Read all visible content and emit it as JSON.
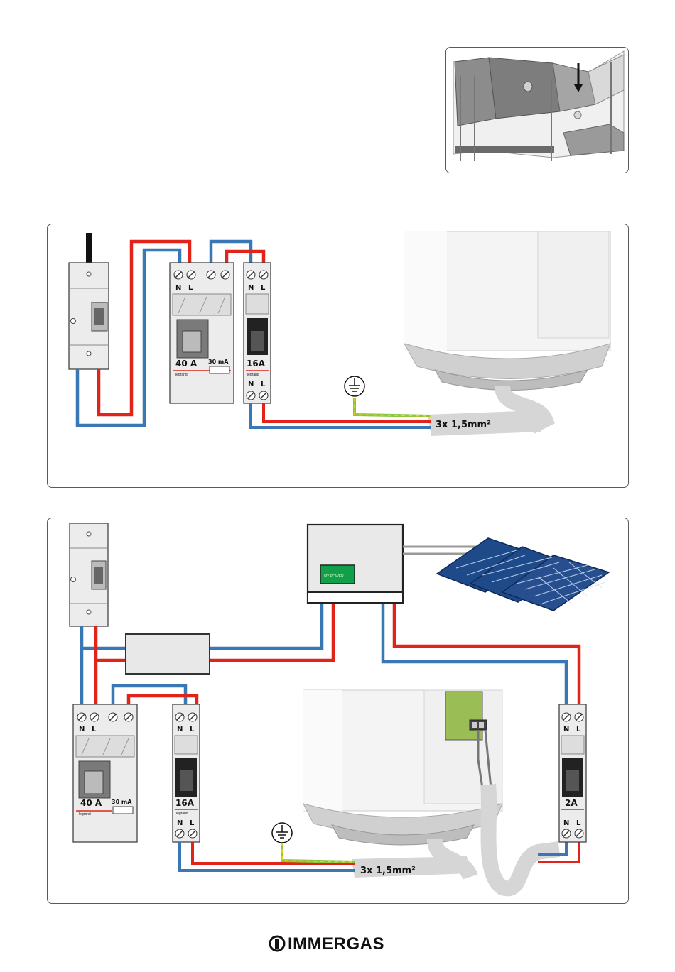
{
  "diagram1": {
    "rcd": {
      "rating": "40 A",
      "sensitivity": "30 mA",
      "brand": "legrand",
      "terminal_n": "N",
      "terminal_l": "L"
    },
    "mcb": {
      "rating": "16A",
      "brand": "legrand",
      "terminal_n": "N",
      "terminal_l": "L"
    },
    "cable_label": "3x 1,5mm²"
  },
  "diagram2": {
    "rcd": {
      "rating": "40 A",
      "sensitivity": "30 mA",
      "brand": "legrand",
      "terminal_n": "N",
      "terminal_l": "L"
    },
    "mcb16": {
      "rating": "16A",
      "brand": "legrand",
      "terminal_n": "N",
      "terminal_l": "L"
    },
    "mcb2": {
      "rating": "2A",
      "terminal_n": "N",
      "terminal_l": "L"
    },
    "cable_label": "3x 1,5mm²",
    "inverter_display": "MY POWER"
  },
  "footer": {
    "brand": "IMMERGAS"
  },
  "colors": {
    "live": "#e2231a",
    "neutral": "#3a78b5",
    "earth_green": "#8cc63f",
    "earth_yellow": "#ffd400",
    "cable_grey": "#d6d6d6"
  }
}
